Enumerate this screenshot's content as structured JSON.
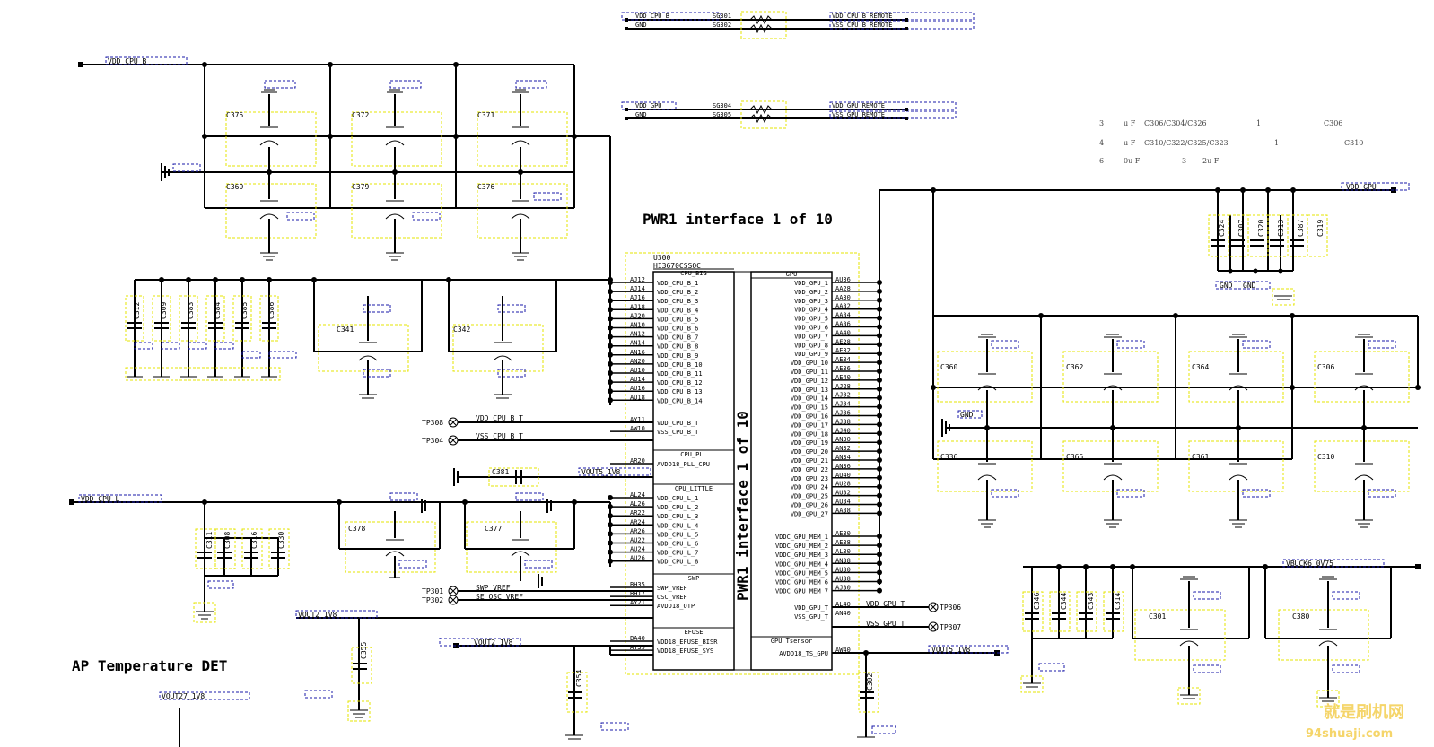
{
  "title": "PWR1 interface 1 of 10",
  "section_title": "AP Temperature DET",
  "chip": {
    "ref": "U300",
    "part": "HI3670CSSOC",
    "vertical_title": "PWR1 interface 1 of 10",
    "left_groups": [
      {
        "header": "CPU_BIG",
        "pins": [
          {
            "ball": "AJ12",
            "name": "VDD_CPU_B_1"
          },
          {
            "ball": "AJ14",
            "name": "VDD_CPU_B_2"
          },
          {
            "ball": "AJ16",
            "name": "VDD_CPU_B_3"
          },
          {
            "ball": "AJ18",
            "name": "VDD_CPU_B_4"
          },
          {
            "ball": "AJ20",
            "name": "VDD_CPU_B_5"
          },
          {
            "ball": "AN10",
            "name": "VDD_CPU_B_6"
          },
          {
            "ball": "AN12",
            "name": "VDD_CPU_B_7"
          },
          {
            "ball": "AN14",
            "name": "VDD_CPU_B_8"
          },
          {
            "ball": "AN16",
            "name": "VDD_CPU_B_9"
          },
          {
            "ball": "AN20",
            "name": "VDD_CPU_B_10"
          },
          {
            "ball": "AU10",
            "name": "VDD_CPU_B_11"
          },
          {
            "ball": "AU14",
            "name": "VDD_CPU_B_12"
          },
          {
            "ball": "AU16",
            "name": "VDD_CPU_B_13"
          },
          {
            "ball": "AU18",
            "name": "VDD_CPU_B_14"
          }
        ]
      },
      {
        "header": "",
        "pins": [
          {
            "ball": "AY11",
            "name": "VDD_CPU_B_T"
          },
          {
            "ball": "AW10",
            "name": "VSS_CPU_B_T"
          }
        ]
      },
      {
        "header": "CPU_PLL",
        "pins": [
          {
            "ball": "AR20",
            "name": "AVDD18_PLL_CPU"
          }
        ]
      },
      {
        "header": "CPU_LITTLE",
        "pins": [
          {
            "ball": "AL24",
            "name": "VDD_CPU_L_1"
          },
          {
            "ball": "AL26",
            "name": "VDD_CPU_L_2"
          },
          {
            "ball": "AR22",
            "name": "VDD_CPU_L_3"
          },
          {
            "ball": "AR24",
            "name": "VDD_CPU_L_4"
          },
          {
            "ball": "AR26",
            "name": "VDD_CPU_L_5"
          },
          {
            "ball": "AU22",
            "name": "VDD_CPU_L_6"
          },
          {
            "ball": "AU24",
            "name": "VDD_CPU_L_7"
          },
          {
            "ball": "AU26",
            "name": "VDD_CPU_L_8"
          }
        ]
      },
      {
        "header": "SWP",
        "pins": [
          {
            "ball": "BH35",
            "name": "SWP_VREF"
          },
          {
            "ball": "BH17",
            "name": "OSC_VREF"
          },
          {
            "ball": "AY21",
            "name": "AVDD18_OTP"
          }
        ]
      },
      {
        "header": "EFUSE",
        "pins": [
          {
            "ball": "BA40",
            "name": "VDD18_EFUSE_BISR"
          },
          {
            "ball": "AY39",
            "name": "VDD18_EFUSE_SYS"
          }
        ]
      }
    ],
    "right_groups": [
      {
        "header": "GPU",
        "pins": [
          {
            "ball": "AU36",
            "name": "VDD_GPU_1"
          },
          {
            "ball": "AA28",
            "name": "VDD_GPU_2"
          },
          {
            "ball": "AA30",
            "name": "VDD_GPU_3"
          },
          {
            "ball": "AA32",
            "name": "VDD_GPU_4"
          },
          {
            "ball": "AA34",
            "name": "VDD_GPU_5"
          },
          {
            "ball": "AA36",
            "name": "VDD_GPU_6"
          },
          {
            "ball": "AA40",
            "name": "VDD_GPU_7"
          },
          {
            "ball": "AE28",
            "name": "VDD_GPU_8"
          },
          {
            "ball": "AE32",
            "name": "VDD_GPU_9"
          },
          {
            "ball": "AE34",
            "name": "VDD_GPU_10"
          },
          {
            "ball": "AE36",
            "name": "VDD_GPU_11"
          },
          {
            "ball": "AE40",
            "name": "VDD_GPU_12"
          },
          {
            "ball": "AJ28",
            "name": "VDD_GPU_13"
          },
          {
            "ball": "AJ32",
            "name": "VDD_GPU_14"
          },
          {
            "ball": "AJ34",
            "name": "VDD_GPU_15"
          },
          {
            "ball": "AJ36",
            "name": "VDD_GPU_16"
          },
          {
            "ball": "AJ38",
            "name": "VDD_GPU_17"
          },
          {
            "ball": "AJ40",
            "name": "VDD_GPU_18"
          },
          {
            "ball": "AN30",
            "name": "VDD_GPU_19"
          },
          {
            "ball": "AN32",
            "name": "VDD_GPU_20"
          },
          {
            "ball": "AN34",
            "name": "VDD_GPU_21"
          },
          {
            "ball": "AN36",
            "name": "VDD_GPU_22"
          },
          {
            "ball": "AU40",
            "name": "VDD_GPU_23"
          },
          {
            "ball": "AU28",
            "name": "VDD_GPU_24"
          },
          {
            "ball": "AU32",
            "name": "VDD_GPU_25"
          },
          {
            "ball": "AU34",
            "name": "VDD_GPU_26"
          },
          {
            "ball": "AA38",
            "name": "VDD_GPU_27"
          }
        ]
      },
      {
        "header": "",
        "pins": [
          {
            "ball": "AE30",
            "name": "VDDC_GPU_MEM_1"
          },
          {
            "ball": "AE38",
            "name": "VDDC_GPU_MEM_2"
          },
          {
            "ball": "AL30",
            "name": "VDDC_GPU_MEM_3"
          },
          {
            "ball": "AN38",
            "name": "VDDC_GPU_MEM_4"
          },
          {
            "ball": "AU30",
            "name": "VDDC_GPU_MEM_5"
          },
          {
            "ball": "AU38",
            "name": "VDDC_GPU_MEM_6"
          },
          {
            "ball": "AJ30",
            "name": "VDDC_GPU_MEM_7"
          }
        ]
      },
      {
        "header": "",
        "pins": [
          {
            "ball": "AL40",
            "name": "VDD_GPU_T"
          },
          {
            "ball": "AN40",
            "name": "VSS_GPU_T"
          }
        ]
      },
      {
        "header": "GPU Tsensor",
        "pins": [
          {
            "ball": "AW40",
            "name": "AVDD18_TS_GPU"
          }
        ]
      }
    ]
  },
  "nets": {
    "vdd_cpu_b": "VDD_CPU_B",
    "vdd_cpu_l": "VDD_CPU_L",
    "vdd_gpu": "VDD_GPU",
    "vbuck6": "VBUCK6_0V75",
    "vout2": "VOUT2_1V8",
    "vout5": "VOUT5_1V8",
    "vout27": "VOUT27_1V8",
    "gnd": "GND",
    "vdd_cpu_b_remote": "VDD_CPU_B_REMOTE",
    "vss_cpu_b_remote": "VSS_CPU_B_REMOTE",
    "vdd_gpu_remote": "VDD_GPU_REMOTE",
    "vss_gpu_remote": "VSS_GPU_REMOTE"
  },
  "sense_resistors": [
    {
      "ref": "SG301",
      "left": "VDD_CPU_B",
      "right": "VDD_CPU_B_REMOTE"
    },
    {
      "ref": "SG302",
      "left": "GND",
      "right": "VSS_CPU_B_REMOTE"
    },
    {
      "ref": "SG304",
      "left": "VDD_GPU",
      "right": "VDD_GPU_REMOTE"
    },
    {
      "ref": "SG305",
      "left": "GND",
      "right": "VSS_GPU_REMOTE"
    }
  ],
  "test_points": [
    {
      "ref": "TP308",
      "net": "VDD_CPU_B_T"
    },
    {
      "ref": "TP304",
      "net": "VSS_CPU_B_T"
    },
    {
      "ref": "TP301",
      "net": "SWP_VREF"
    },
    {
      "ref": "TP302",
      "net": "SE_OSC_VREF"
    },
    {
      "ref": "TP306",
      "net": "VDD_GPU_T"
    },
    {
      "ref": "TP307",
      "net": "VSS_GPU_T"
    }
  ],
  "cpu_b_big_caps": [
    "C375",
    "C372",
    "C371",
    "C369",
    "C379",
    "C376"
  ],
  "cpu_b_small_caps": [
    "C312",
    "C309",
    "C383",
    "C384",
    "C385",
    "C386"
  ],
  "cpu_b_mid_caps": [
    "C341",
    "C342"
  ],
  "cpu_l_small_caps": [
    "C311",
    "C308",
    "C316",
    "C330"
  ],
  "cpu_l_mid_caps": [
    "C378",
    "C377"
  ],
  "gpu_top_caps": [
    "C324",
    "C307",
    "C320",
    "C313",
    "C387",
    "C319"
  ],
  "gpu_grid_caps": [
    "C360",
    "C362",
    "C364",
    "C306",
    "C336",
    "C365",
    "C361",
    "C310"
  ],
  "vbuck_small_caps": [
    "C346",
    "C344",
    "C343",
    "C314"
  ],
  "vbuck_mid_caps": [
    "C301",
    "C380"
  ],
  "misc_caps": {
    "pll": "C381",
    "vout2_a": "C355",
    "vout2_b": "C354",
    "ts": "C302"
  },
  "notes": [
    {
      "a": "3",
      "b": "u F",
      "c": "C306/C304/C326",
      "d": "1",
      "e": "C306"
    },
    {
      "a": "4",
      "b": "u F",
      "c": "C310/C322/C325/C323",
      "d": "1",
      "e": "C310"
    },
    {
      "a": "6",
      "b": "0u F",
      "c": "3",
      "d": "2u F",
      "e": ""
    }
  ],
  "watermark": {
    "line1": "就是刷机网",
    "line2": "94shuaji.com"
  }
}
